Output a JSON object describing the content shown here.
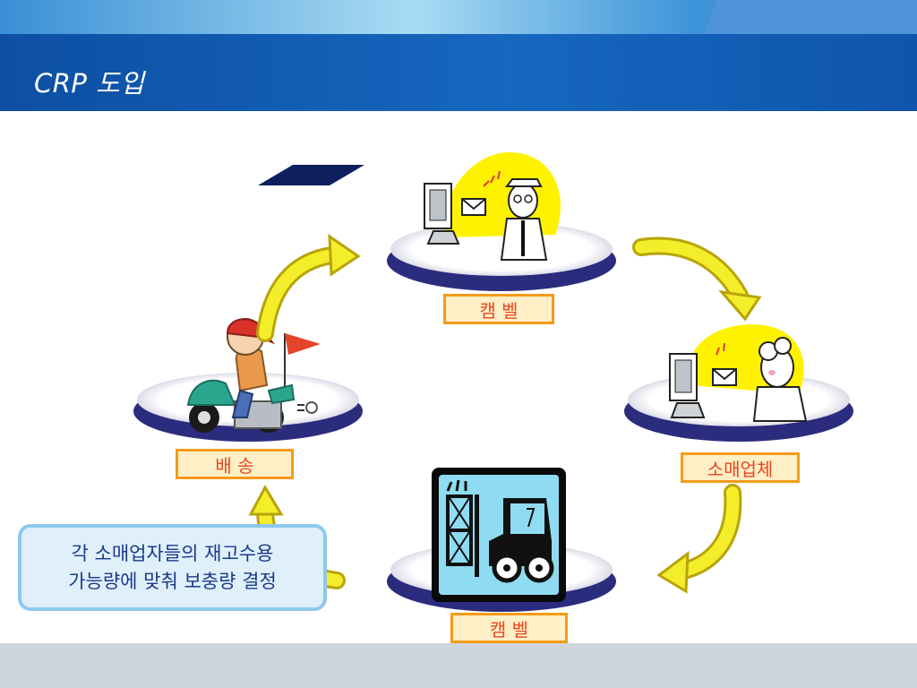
{
  "slide": {
    "title": "CRP 도입"
  },
  "nodes": {
    "top_label": "캠 벨",
    "right_label": "소매업체",
    "bottom_label": "캠 벨",
    "left_label": "배 송"
  },
  "callout": {
    "line1": "각 소매업자들의 재고수용",
    "line2": "가능량에 맞춰 보충량 결정"
  },
  "colors": {
    "title_bar": "#1766bf",
    "label_border": "#f49b1a",
    "label_text": "#e8461e",
    "arrow": "#f0e81a",
    "callout_border": "#8ec8ee",
    "platform": "#2a2a7a"
  }
}
